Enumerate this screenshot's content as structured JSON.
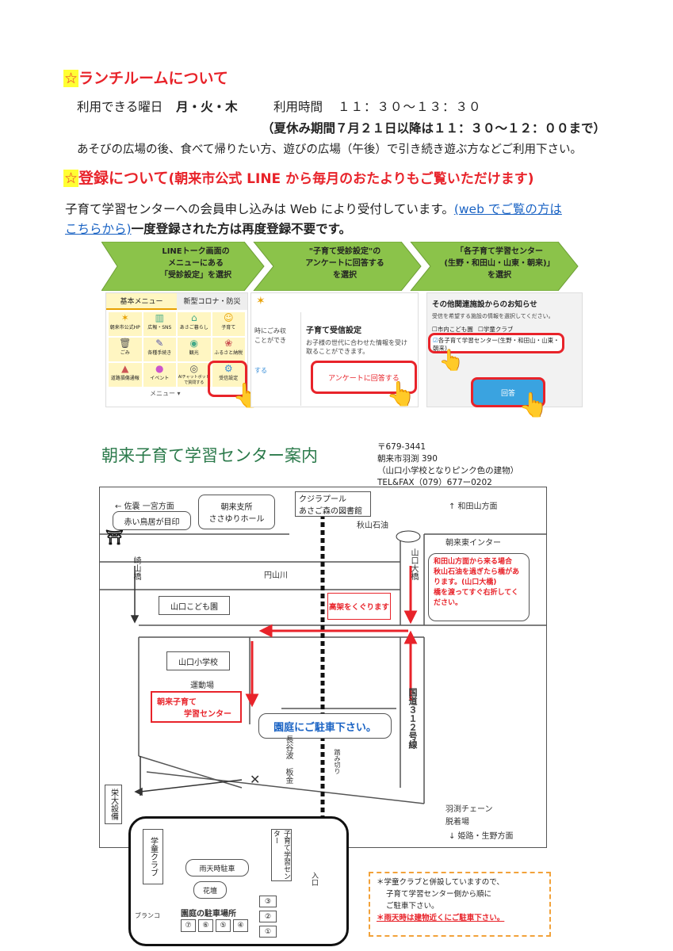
{
  "lunch": {
    "star": "☆",
    "title": "ランチルームについて",
    "days_label": "利用できる曜日",
    "days": "月・火・木",
    "time_label": "利用時間",
    "time": "１１：３０～１３：３０",
    "summer": "（夏休み期間７月２１日以降は１１：３０～１２：００まで）",
    "note": "あそびの広場の後、食べて帰りたい方、遊びの広場（午後）で引き続き遊ぶ方などご利用下さい。"
  },
  "register": {
    "star": "☆",
    "title": "登録について",
    "title_sub": "(朝来市公式 LINE から毎月のおたよりもご覧いただけます)",
    "line1": "子育て学習センターへの会員申し込みは Web により受付しています。",
    "link1": "(web でご覧の方は",
    "link2": "こちらから)",
    "line2": "一度登録された方は再度登録不要です。"
  },
  "steps": [
    {
      "text": "LINEトーク画面の\nメニューにある\n「受診設定」を選択"
    },
    {
      "text": "\"子育て受診設定\"の\nアンケートに回答する\nを選択"
    },
    {
      "text": "「各子育て学習センター\n(生野・和田山・山東・朝来)」\nを選択"
    }
  ],
  "shot1": {
    "tab1": "基本メニュー",
    "tab2": "新型コロナ・防災",
    "items": [
      "朝来市公式HP",
      "広報・SNS",
      "あさご暮らし",
      "子育て",
      "ごみ",
      "各種手続き",
      "観光",
      "ふるさと納税",
      "道路損傷通報",
      "イベント",
      "AIチャットボットで質問する",
      "受信設定"
    ],
    "footer": "メニュー ▾"
  },
  "shot2": {
    "left1": "時にごみ収",
    "left2": "ことができ",
    "left3": "する",
    "title": "子育て受信設定",
    "desc": "お子様の世代に合わせた情報を受け取ることができます。",
    "button": "アンケートに回答する"
  },
  "shot3": {
    "title": "その他関連施設からのお知らせ",
    "desc": "受信を希望する施設の情報を選択してください。",
    "opt1": "市内こども園",
    "opt2": "学童クラブ",
    "opt3": "各子育て学習センター(生野・和田山・山東・朝来)",
    "button": "回答"
  },
  "map": {
    "title": "朝来子育て学習センター案内",
    "zip": "〒679-3441",
    "addr": "朝来市羽渕 390",
    "near": "（山口小学校となりピンク色の建物）",
    "tel": "TEL&FAX（079）677ー0202",
    "sayou": "← 佐嚢 一宮方面",
    "torii": "赤い鳥居が目印",
    "branch1": "朝来支所",
    "branch2": "ささゆりホール",
    "pool1": "クジラプール",
    "pool2": "あさご森の図書館",
    "gas": "秋山石油",
    "wadayama": "↑  和田山方面",
    "ic": "朝来東インター",
    "yamaguchi_bridge": "山口大橋",
    "saki_bridge": "崎山橋",
    "river": "円山川",
    "kodomo": "山口こども園",
    "kouka": "高架をくぐります",
    "school": "山口小学校",
    "ground": "運動場",
    "center1": "朝来子育て",
    "center2": "学習センター",
    "parking_note": "園庭にご駐車下さい。",
    "route": "国道３１２号線",
    "hasedani": "長谷波 板金",
    "fumikiri": "踏み切り",
    "hanbuchi": "羽渕チェーン",
    "datsui": "脱着場",
    "himeji": "↓  姫路・生野方面",
    "eidai": "栄大設備",
    "callout": "和田山方面から来る場合\n秋山石油を過ぎたら橋があります。(山口大橋)\n橋を渡ってすぐ右折してください。",
    "inset_gakudo": "学童クラブ",
    "inset_center": "子育て学習センター",
    "inset_rain": "雨天時駐車",
    "inset_flower": "花壇",
    "inset_park": "園庭の駐車場所",
    "inset_swing": "ブランコ",
    "inset_entrance": "入口",
    "spots": [
      "⑦",
      "⑥",
      "⑤",
      "④",
      "③",
      "②",
      "①"
    ],
    "note1": "＊学童クラブと併設していますので、",
    "note2": "子育て学習センター側から順に",
    "note3": "ご駐車下さい。",
    "note4": "＊雨天時は建物近くにご駐車下さい。"
  }
}
